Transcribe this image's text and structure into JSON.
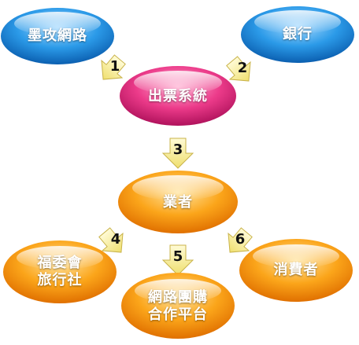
{
  "nodes": {
    "mogong": "墨攻網路",
    "bank": "銀行",
    "ticketing": "出票系統",
    "vendor": "業者",
    "welfare": "福委會\n旅行社",
    "groupbuy": "網路團購\n合作平台",
    "consumer": "消費者"
  },
  "steps": [
    "1",
    "2",
    "3",
    "4",
    "5",
    "6"
  ],
  "colors": {
    "blue": "#1f8fe0",
    "pink": "#e2227a",
    "orange": "#f59a0a",
    "arrow": "#f5e98e"
  }
}
